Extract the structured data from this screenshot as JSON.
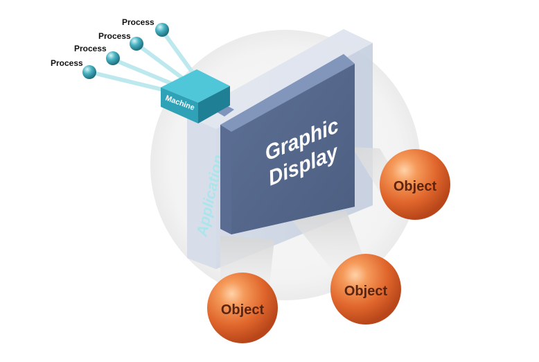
{
  "processes": [
    "Process",
    "Process",
    "Process",
    "Process"
  ],
  "machine": "Machine",
  "application": "Application",
  "display": {
    "line1": "Graphic",
    "line2": "Display"
  },
  "objects": [
    "Object",
    "Object",
    "Object"
  ],
  "colors": {
    "process_node": "#3aa6b4",
    "machine_top": "#4cc3d4",
    "machine_front": "#2e9fb6",
    "machine_side": "#1f7f94",
    "display_front": "#56698c",
    "display_frame": "#6c7fa6",
    "application_panel": "#cdd6e4",
    "object_sphere": "#e06a30",
    "object_text": "#5a2410",
    "backdrop": "#efefef"
  }
}
